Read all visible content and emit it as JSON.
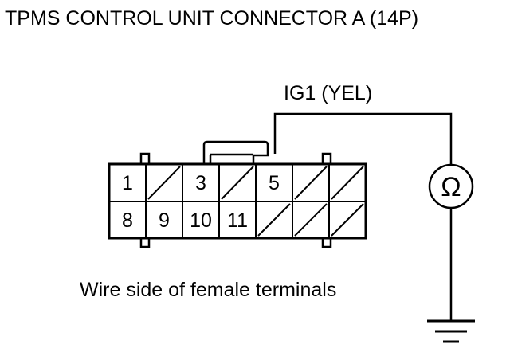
{
  "diagram": {
    "title": "TPMS CONTROL UNIT CONNECTOR A (14P)",
    "wire_label": "IG1 (YEL)",
    "caption": "Wire side of female terminals",
    "meter_symbol": "Ω",
    "meter_icon": "ohmmeter-icon",
    "ground_icon": "ground-icon",
    "connector": {
      "rows": [
        [
          "1",
          "",
          "3",
          "",
          "5",
          "",
          ""
        ],
        [
          "8",
          "9",
          "10",
          "11",
          "",
          "",
          ""
        ]
      ],
      "probed_terminal": "5"
    }
  }
}
